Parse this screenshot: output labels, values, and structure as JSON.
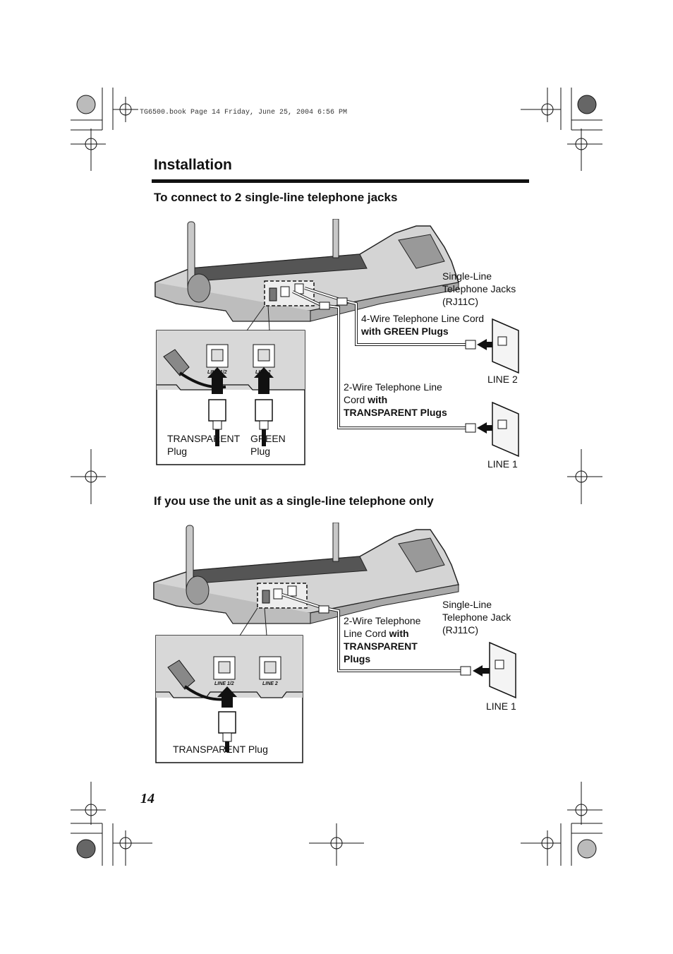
{
  "header": {
    "print_line": "TG6500.book  Page 14  Friday, June 25, 2004  6:56 PM"
  },
  "section": {
    "title": "Installation"
  },
  "diagram_two_lines": {
    "heading": "To connect to 2 single-line telephone jacks",
    "jacks_label_1": "Single-Line",
    "jacks_label_2": "Telephone Jacks",
    "jacks_label_3": "(RJ11C)",
    "cord4_label_1": "4-Wire Telephone Line Cord",
    "cord4_label_2": "with GREEN Plugs",
    "line2_label": "LINE 2",
    "cord2_label_1": "2-Wire Telephone Line",
    "cord2_label_2a": "Cord ",
    "cord2_label_2b": "with",
    "cord2_label_3": "TRANSPARENT Plugs",
    "line1_label": "LINE 1",
    "inset_port_a": "LINE 1/2",
    "inset_port_b": "LINE 2",
    "plug_transparent_1": "TRANSPARENT",
    "plug_transparent_2": "Plug",
    "plug_green_1": "GREEN",
    "plug_green_2": "Plug"
  },
  "diagram_single_line": {
    "heading": "If you use the unit as a single-line telephone only",
    "jack_label_1": "Single-Line",
    "jack_label_2": "Telephone Jack",
    "jack_label_3": "(RJ11C)",
    "cord_label_1": "2-Wire Telephone",
    "cord_label_2a": "Line Cord ",
    "cord_label_2b": "with",
    "cord_label_3": "TRANSPARENT",
    "cord_label_4": "Plugs",
    "line1_label": "LINE 1",
    "inset_port_a": "LINE 1/2",
    "inset_port_b": "LINE 2",
    "plug_label": "TRANSPARENT Plug"
  },
  "footer": {
    "page_number": "14"
  }
}
